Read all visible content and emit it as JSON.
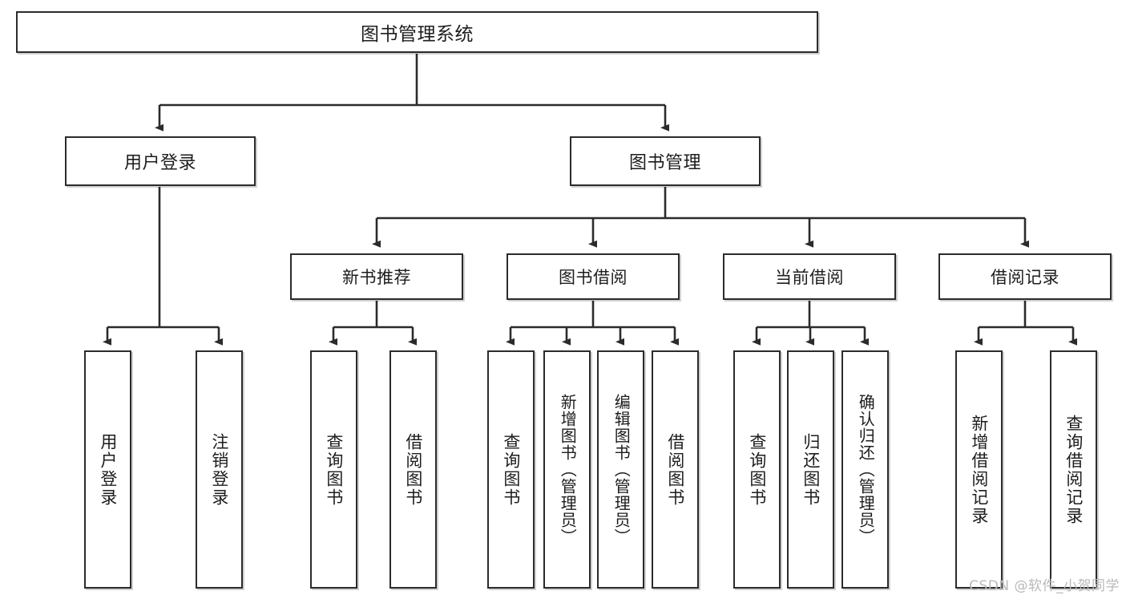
{
  "diagram": {
    "title": "图书管理系统",
    "type": "hierarchy-tree",
    "watermark": "CSDN @软件_小贺同学",
    "colors": {
      "box_border": "#2b2b2b",
      "box_fill": "#ffffff",
      "connector": "#2b2b2b",
      "text": "#1d1d1d",
      "watermark": "#b9b9b9"
    },
    "root": {
      "label": "图书管理系统"
    },
    "level2": [
      {
        "label": "用户登录"
      },
      {
        "label": "图书管理"
      }
    ],
    "level3": [
      {
        "label": "新书推荐"
      },
      {
        "label": "图书借阅"
      },
      {
        "label": "当前借阅"
      },
      {
        "label": "借阅记录"
      }
    ],
    "leaves": {
      "user_login": [
        {
          "label": "用户登录"
        },
        {
          "label": "注销登录"
        }
      ],
      "new_book_recommend": [
        {
          "label": "查询图书"
        },
        {
          "label": "借阅图书"
        }
      ],
      "book_borrow": [
        {
          "label": "查询图书"
        },
        {
          "label": "新增图书（管理员）"
        },
        {
          "label": "编辑图书（管理员）"
        },
        {
          "label": "借阅图书"
        }
      ],
      "current_borrow": [
        {
          "label": "查询图书"
        },
        {
          "label": "归还图书"
        },
        {
          "label": "确认归还（管理员）"
        }
      ],
      "borrow_record": [
        {
          "label": "新增借阅记录"
        },
        {
          "label": "查询借阅记录"
        }
      ]
    }
  }
}
